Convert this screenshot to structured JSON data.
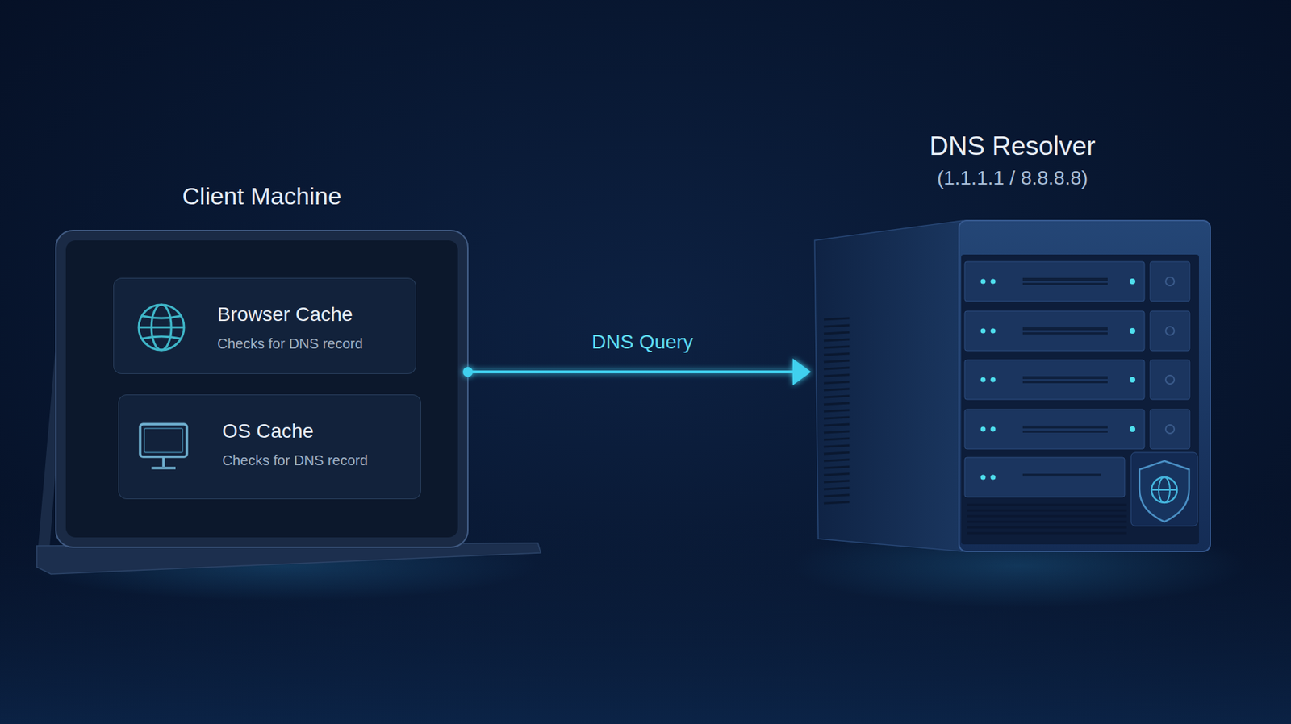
{
  "diagram": {
    "nodes": [
      {
        "text": [
          "Client Machine"
        ]
      },
      {
        "text": [
          "Browser Cache",
          "Checks for DNS record"
        ],
        "in": 0
      },
      {
        "text": [
          "OS Cache",
          "Checks for DNS record"
        ],
        "in": 0
      },
      {
        "text": [
          "DNS Resolver",
          "(1.1.1.1 / 8.8.8.8)"
        ]
      }
    ],
    "edges": [
      {
        "from": 0,
        "to": 3,
        "label": "DNS Query",
        "arrow": "to"
      }
    ]
  }
}
